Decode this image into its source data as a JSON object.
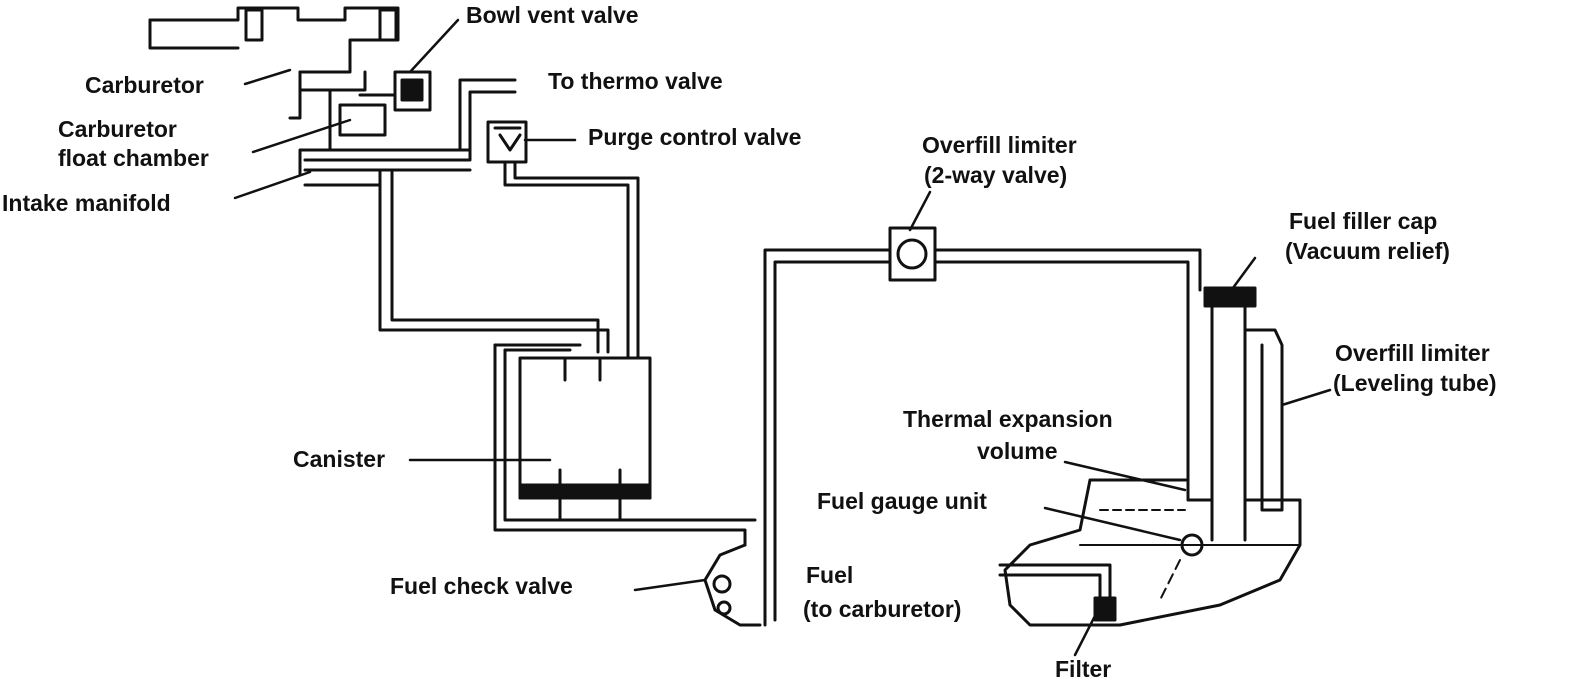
{
  "labels": {
    "bowl_vent_valve": "Bowl vent valve",
    "carburetor": "Carburetor",
    "to_thermo_valve": "To thermo valve",
    "carburetor_float_chamber_1": "Carburetor",
    "carburetor_float_chamber_2": "float chamber",
    "purge_control_valve": "Purge control valve",
    "intake_manifold": "Intake manifold",
    "overfill_limiter_top_1": "Overfill limiter",
    "overfill_limiter_top_2": "(2-way valve)",
    "fuel_filler_cap_1": "Fuel filler cap",
    "fuel_filler_cap_2": "(Vacuum relief)",
    "overfill_limiter_side_1": "Overfill limiter",
    "overfill_limiter_side_2": "(Leveling tube)",
    "thermal_expansion_1": "Thermal expansion",
    "thermal_expansion_2": "volume",
    "canister": "Canister",
    "fuel_gauge_unit": "Fuel gauge unit",
    "fuel_1": "Fuel",
    "fuel_2": "(to carburetor)",
    "fuel_check_valve": "Fuel check valve",
    "filter": "Filter"
  },
  "colors": {
    "ink": "#111111",
    "background": "#ffffff"
  }
}
